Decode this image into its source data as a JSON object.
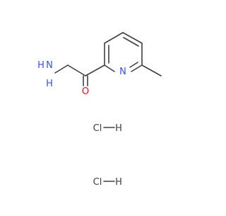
{
  "molecule": {
    "atoms": {
      "amine": "H",
      "amine_n": "N",
      "amine_h2": "2",
      "carbonyl_o": "O",
      "ring_n": "N"
    },
    "salts": [
      {
        "cl": "Cl",
        "h": "H"
      },
      {
        "cl": "Cl",
        "h": "H"
      }
    ],
    "colors": {
      "nitrogen": "#3050f8",
      "oxygen": "#ff0d0d",
      "bond": "#404040",
      "salt": "#404040"
    }
  }
}
